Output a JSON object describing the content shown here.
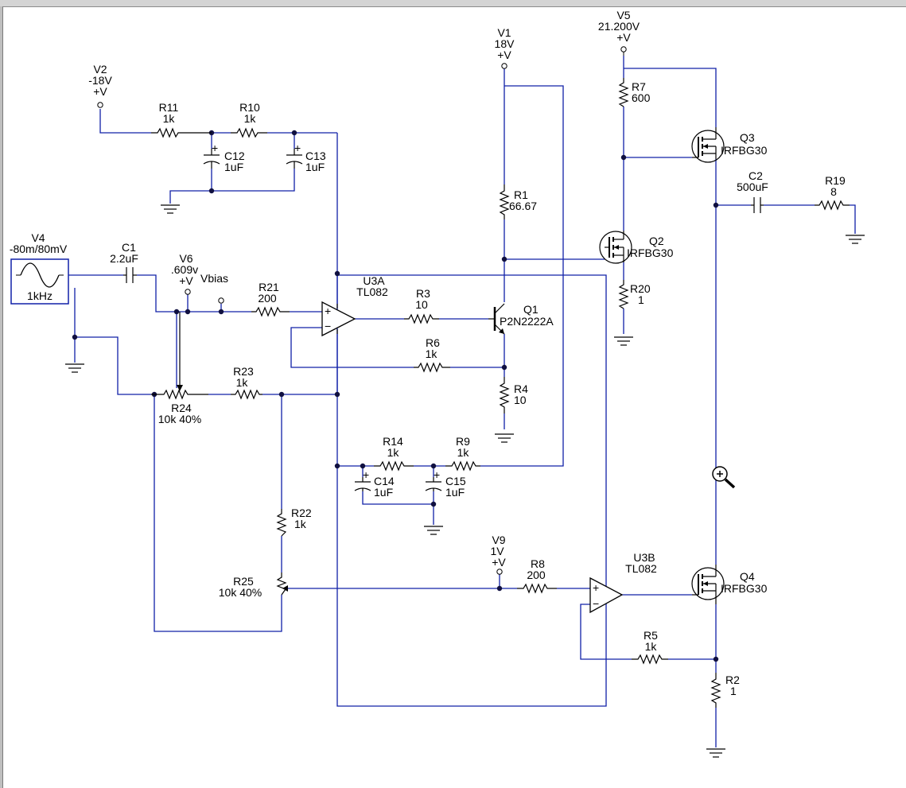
{
  "canvas": {
    "background": "#ffffff",
    "wire_color": "#1020a8",
    "component_color": "#000000",
    "plus_color": "#cc0000"
  },
  "sources": {
    "v1": {
      "name": "V1",
      "value": "18V",
      "sym": "+V"
    },
    "v2": {
      "name": "V2",
      "value": "-18V",
      "sym": "+V"
    },
    "v4": {
      "name": "V4",
      "value": "-80m/80mV",
      "freq": "1kHz"
    },
    "v5": {
      "name": "V5",
      "value": "21.200V",
      "sym": "+V"
    },
    "v6": {
      "name": "V6",
      "value": ".609v",
      "sym": "+V"
    },
    "v9": {
      "name": "V9",
      "value": "1V",
      "sym": "+V"
    }
  },
  "resistors": {
    "r1": {
      "name": "R1",
      "value": "66.67"
    },
    "r2": {
      "name": "R2",
      "value": "1"
    },
    "r3": {
      "name": "R3",
      "value": "10"
    },
    "r4": {
      "name": "R4",
      "value": "10"
    },
    "r5": {
      "name": "R5",
      "value": "1k"
    },
    "r6": {
      "name": "R6",
      "value": "1k"
    },
    "r7": {
      "name": "R7",
      "value": "600"
    },
    "r8": {
      "name": "R8",
      "value": "200"
    },
    "r9": {
      "name": "R9",
      "value": "1k"
    },
    "r10": {
      "name": "R10",
      "value": "1k"
    },
    "r11": {
      "name": "R11",
      "value": "1k"
    },
    "r14": {
      "name": "R14",
      "value": "1k"
    },
    "r19": {
      "name": "R19",
      "value": "8"
    },
    "r20": {
      "name": "R20",
      "value": "1"
    },
    "r21": {
      "name": "R21",
      "value": "200"
    },
    "r22": {
      "name": "R22",
      "value": "1k"
    },
    "r23": {
      "name": "R23",
      "value": "1k"
    },
    "r24": {
      "name": "R24",
      "value": "10k 40%"
    },
    "r25": {
      "name": "R25",
      "value": "10k 40%"
    }
  },
  "capacitors": {
    "c1": {
      "name": "C1",
      "value": "2.2uF"
    },
    "c2": {
      "name": "C2",
      "value": "500uF"
    },
    "c12": {
      "name": "C12",
      "value": "1uF"
    },
    "c13": {
      "name": "C13",
      "value": "1uF"
    },
    "c14": {
      "name": "C14",
      "value": "1uF"
    },
    "c15": {
      "name": "C15",
      "value": "1uF"
    }
  },
  "transistors": {
    "q1": {
      "name": "Q1",
      "part": "P2N2222A"
    },
    "q2": {
      "name": "Q2",
      "part": "IRFBG30"
    },
    "q3": {
      "name": "Q3",
      "part": "IRFBG30"
    },
    "q4": {
      "name": "Q4",
      "part": "IRFBG30"
    }
  },
  "opamps": {
    "u3a": {
      "name": "U3A",
      "part": "TL082"
    },
    "u3b": {
      "name": "U3B",
      "part": "TL082"
    }
  },
  "labels": {
    "vbias": "Vbias"
  },
  "tools": {
    "cursor": "magnifier-icon"
  }
}
